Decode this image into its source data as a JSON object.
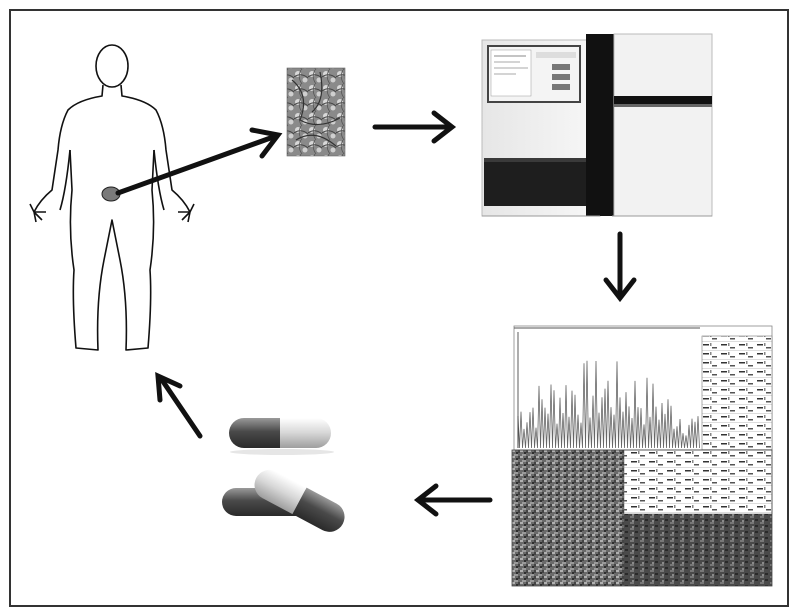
{
  "figure": {
    "border_color": "#333333",
    "arrow_color": "#111111",
    "pill_dark": "#555555",
    "pill_light": "#dcdcdc",
    "steps": [
      {
        "name": "patient-figure",
        "icon": "human-body-outline"
      },
      {
        "name": "tissue-biopsy",
        "icon": "histology-micrograph"
      },
      {
        "name": "sequencer",
        "icon": "dna-sequencing-machine"
      },
      {
        "name": "genomic-data",
        "icon": "sequence-trace-and-heatmap"
      },
      {
        "name": "targeted-drugs",
        "icon": "capsule-pills"
      }
    ]
  }
}
